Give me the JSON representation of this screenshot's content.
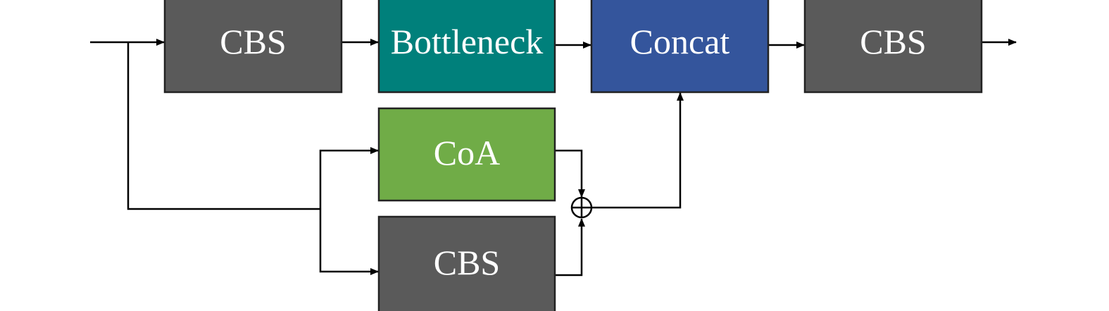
{
  "blocks": {
    "cbs_in": {
      "label": "CBS",
      "color": "#5a5a5a"
    },
    "bottleneck": {
      "label": "Bottleneck",
      "color": "#00807b"
    },
    "concat": {
      "label": "Concat",
      "color": "#34559c"
    },
    "cbs_out": {
      "label": "CBS",
      "color": "#5a5a5a"
    },
    "coa": {
      "label": "CoA",
      "color": "#70ac47"
    },
    "cbs_lower": {
      "label": "CBS",
      "color": "#5a5a5a"
    }
  },
  "icons": {
    "sum": "circled-plus-icon"
  }
}
